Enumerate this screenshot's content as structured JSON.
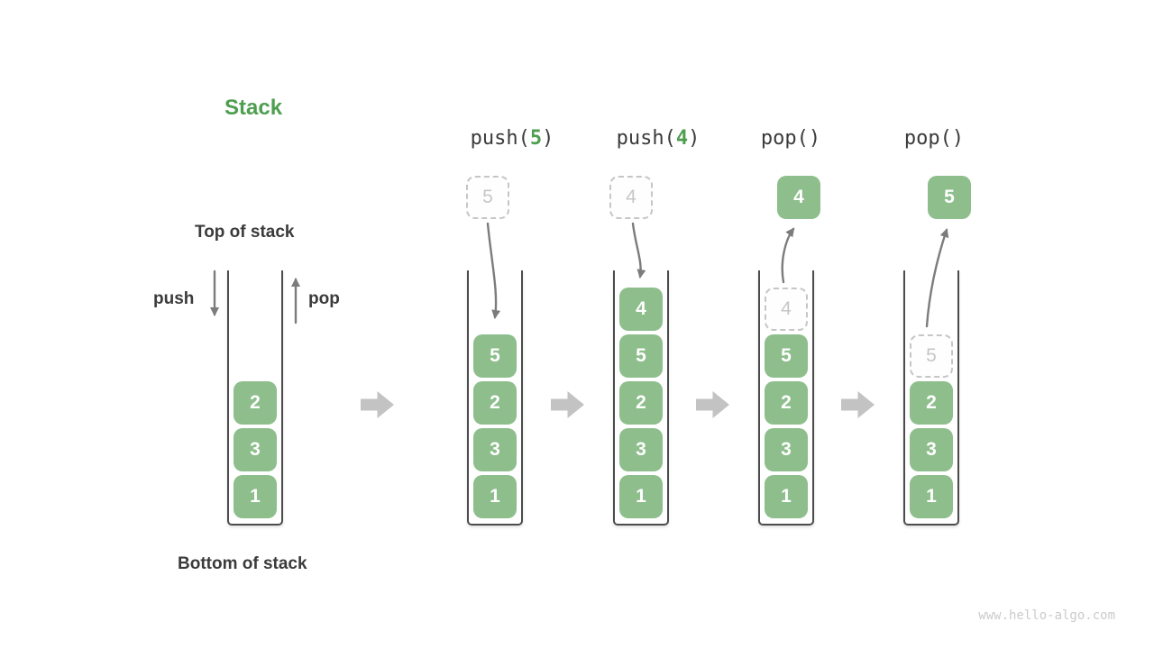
{
  "title": "Stack",
  "labels": {
    "top_of_stack": "Top of stack",
    "bottom_of_stack": "Bottom of stack",
    "push": "push",
    "pop": "pop"
  },
  "watermark": "www.hello-algo.com",
  "colors": {
    "accent_green": "#4E9E50",
    "box_green": "#8DBE8C",
    "text_dark": "#3B3B3B",
    "arrow_gray": "#7C7C7C",
    "block_arrow_gray": "#C3C3C3",
    "dashed_gray": "#C6C6C6",
    "container_border": "#4C4C4C",
    "watermark_gray": "#CBCBCB"
  },
  "stacks": [
    {
      "operation": null,
      "floating": null,
      "cells": [
        {
          "value": "2",
          "slot": 2,
          "style": "solid"
        },
        {
          "value": "3",
          "slot": 1,
          "style": "solid"
        },
        {
          "value": "1",
          "slot": 0,
          "style": "solid"
        }
      ]
    },
    {
      "operation": {
        "pre": "push(",
        "arg": "5",
        "post": ")"
      },
      "floating": {
        "value": "5",
        "style": "dashed"
      },
      "cells": [
        {
          "value": "5",
          "slot": 3,
          "style": "solid"
        },
        {
          "value": "2",
          "slot": 2,
          "style": "solid"
        },
        {
          "value": "3",
          "slot": 1,
          "style": "solid"
        },
        {
          "value": "1",
          "slot": 0,
          "style": "solid"
        }
      ]
    },
    {
      "operation": {
        "pre": "push(",
        "arg": "4",
        "post": ")"
      },
      "floating": {
        "value": "4",
        "style": "dashed"
      },
      "cells": [
        {
          "value": "4",
          "slot": 4,
          "style": "solid"
        },
        {
          "value": "5",
          "slot": 3,
          "style": "solid"
        },
        {
          "value": "2",
          "slot": 2,
          "style": "solid"
        },
        {
          "value": "3",
          "slot": 1,
          "style": "solid"
        },
        {
          "value": "1",
          "slot": 0,
          "style": "solid"
        }
      ]
    },
    {
      "operation": {
        "pre": "pop()",
        "arg": "",
        "post": ""
      },
      "floating": {
        "value": "4",
        "style": "solid"
      },
      "cells": [
        {
          "value": "4",
          "slot": 4,
          "style": "dashed"
        },
        {
          "value": "5",
          "slot": 3,
          "style": "solid"
        },
        {
          "value": "2",
          "slot": 2,
          "style": "solid"
        },
        {
          "value": "3",
          "slot": 1,
          "style": "solid"
        },
        {
          "value": "1",
          "slot": 0,
          "style": "solid"
        }
      ]
    },
    {
      "operation": {
        "pre": "pop()",
        "arg": "",
        "post": ""
      },
      "floating": {
        "value": "5",
        "style": "solid"
      },
      "cells": [
        {
          "value": "5",
          "slot": 3,
          "style": "dashed"
        },
        {
          "value": "2",
          "slot": 2,
          "style": "solid"
        },
        {
          "value": "3",
          "slot": 1,
          "style": "solid"
        },
        {
          "value": "1",
          "slot": 0,
          "style": "solid"
        }
      ]
    }
  ]
}
